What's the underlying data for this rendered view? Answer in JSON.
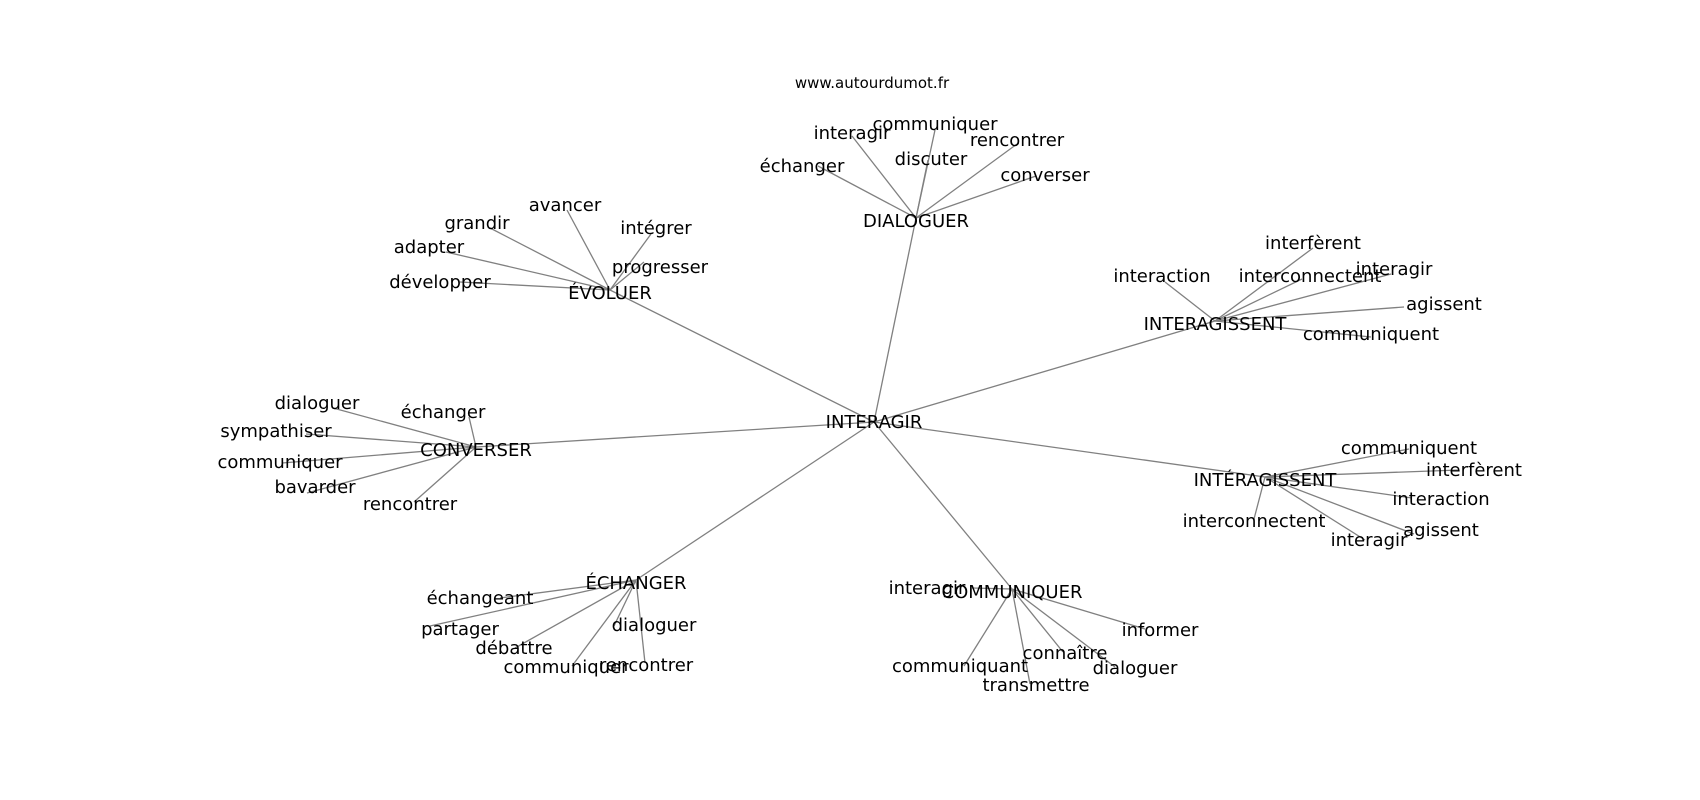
{
  "source": "www.autourdumot.fr",
  "colors": {
    "edge": "#808080",
    "text": "#000000",
    "background": "#ffffff"
  },
  "graph": {
    "root": "INTERAGIR",
    "hubs": [
      {
        "id": "dialoguer",
        "label": "DIALOGUER",
        "words": [
          "communiquer",
          "interagir",
          "rencontrer",
          "discuter",
          "échanger",
          "converser"
        ]
      },
      {
        "id": "evoluer",
        "label": "ÉVOLUER",
        "words": [
          "avancer",
          "grandir",
          "intégrer",
          "adapter",
          "progresser",
          "développer"
        ]
      },
      {
        "id": "interagissent",
        "label": "INTERAGISSENT",
        "words": [
          "interfèrent",
          "interaction",
          "interagir",
          "interconnectent",
          "agissent",
          "communiquent"
        ]
      },
      {
        "id": "converser",
        "label": "CONVERSER",
        "words": [
          "dialoguer",
          "échanger",
          "sympathiser",
          "communiquer",
          "bavarder",
          "rencontrer"
        ]
      },
      {
        "id": "interagissent-accent",
        "label": "INTÉRAGISSENT",
        "words": [
          "communiquent",
          "interfèrent",
          "interaction",
          "interconnectent",
          "agissent",
          "interagir"
        ]
      },
      {
        "id": "echanger",
        "label": "ÉCHANGER",
        "words": [
          "échangeant",
          "partager",
          "dialoguer",
          "débattre",
          "communiquer",
          "rencontrer"
        ]
      },
      {
        "id": "communiquer",
        "label": "COMMUNIQUER",
        "words": [
          "interagir",
          "informer",
          "connaître",
          "communiquant",
          "dialoguer",
          "transmettre"
        ]
      }
    ]
  }
}
